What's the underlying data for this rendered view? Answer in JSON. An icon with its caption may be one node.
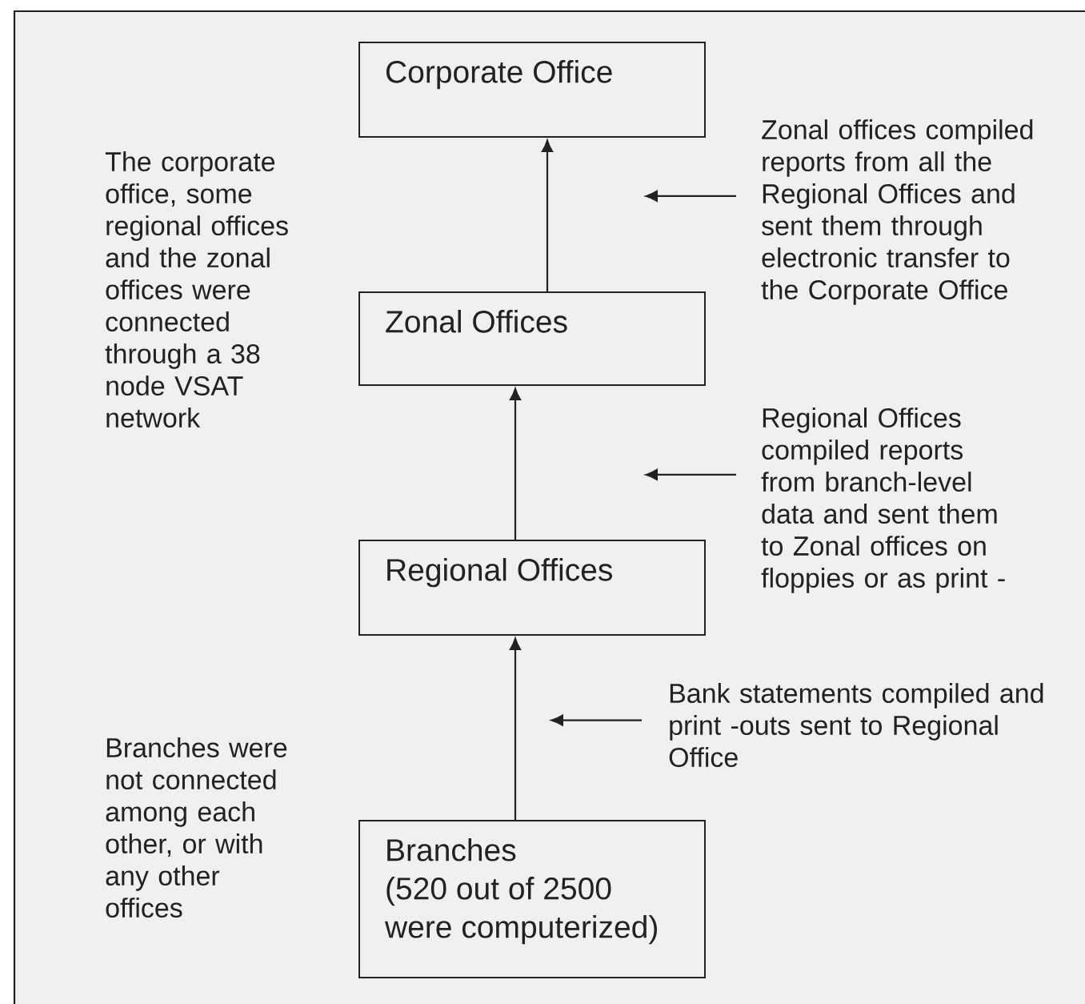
{
  "diagram": {
    "nodes": [
      {
        "text": [
          "Corporate Office"
        ]
      },
      {
        "text": [
          "Zonal Offices"
        ]
      },
      {
        "text": [
          "Regional Offices"
        ]
      },
      {
        "text": [
          "Branches",
          "(520 out of 2500 were computerized)"
        ]
      },
      {
        "text": [
          "Zonal offices compiled reports from all the Regional Offices and sent them through electronic transfer to the Corporate Office"
        ]
      },
      {
        "text": [
          "Regional Offices compiled reports from branch-level data and sent them to Zonal offices on floppies or as print -"
        ]
      },
      {
        "text": [
          "Bank statements compiled and print -outs sent to Regional Office"
        ]
      }
    ],
    "edges": [
      {
        "from": 3,
        "to": 2,
        "arrow": "to"
      },
      {
        "from": 2,
        "to": 1,
        "arrow": "to"
      },
      {
        "from": 1,
        "to": 0,
        "arrow": "to"
      },
      {
        "from": 4,
        "to": null,
        "arrow": "to"
      },
      {
        "from": 5,
        "to": null,
        "arrow": "to"
      },
      {
        "from": 6,
        "to": null,
        "arrow": "to"
      }
    ],
    "labels": [
      "The corporate office, some regional offices and the zonal offices were connected through a 38 node VSAT network",
      "Branches were not connected among each other, or with any other offices"
    ]
  }
}
